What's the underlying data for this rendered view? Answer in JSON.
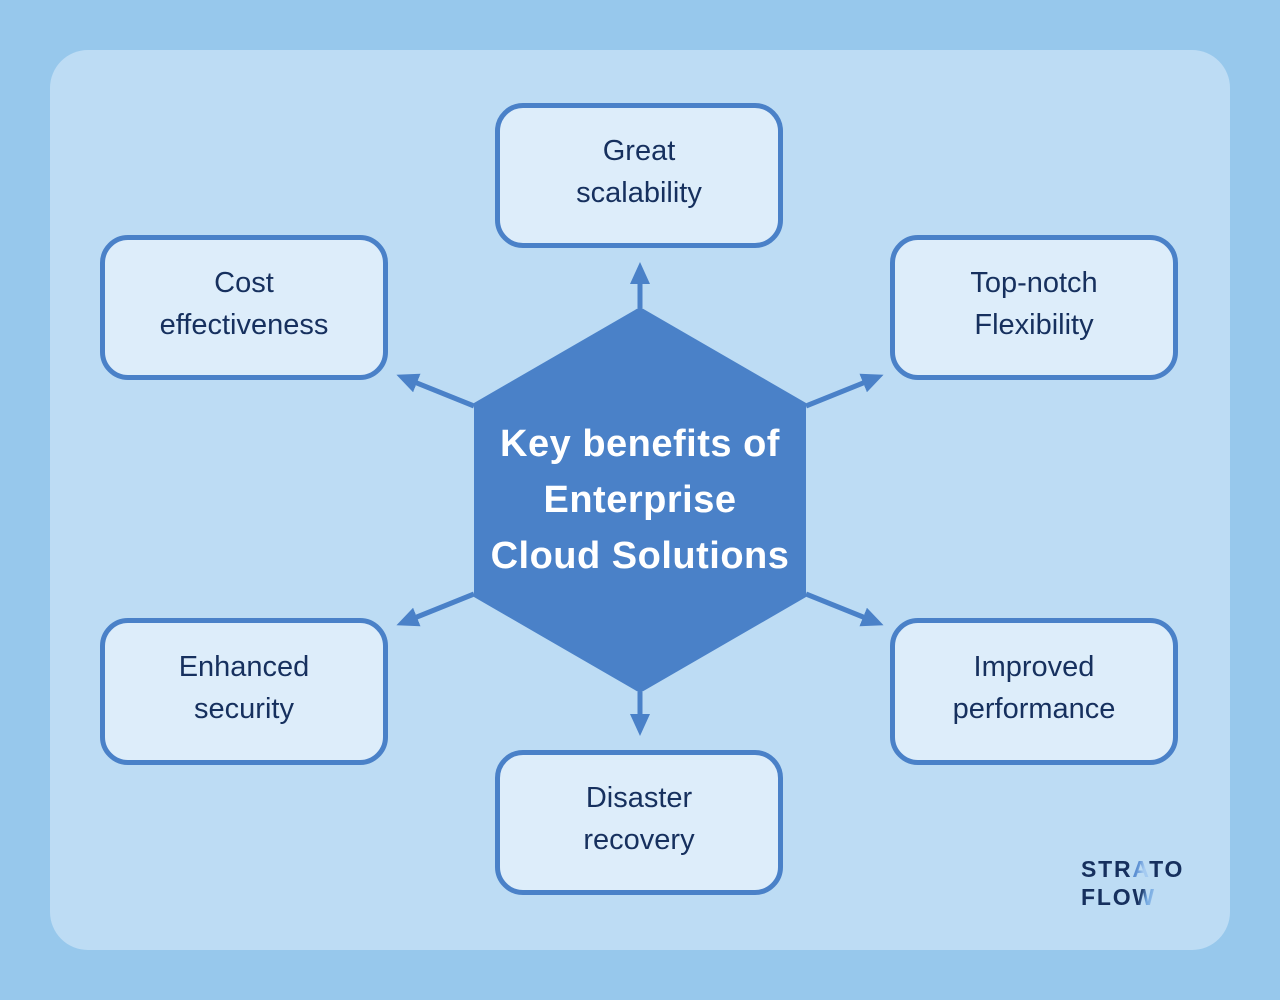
{
  "background": {
    "outer_color": "#97c8ec",
    "panel_color": "#bddcf4"
  },
  "hexagon": {
    "title": "Key benefits of\nEnterprise\nCloud Solutions",
    "fill_color": "#4a81c8",
    "text_color": "#ffffff"
  },
  "node_style": {
    "fill_color": "#ddedfa",
    "border_color": "#4a81c8",
    "text_color": "#16305e"
  },
  "nodes": [
    {
      "id": "great-scalability",
      "label": "Great\nscalability"
    },
    {
      "id": "cost-effectiveness",
      "label": "Cost\neffectiveness"
    },
    {
      "id": "top-notch-flexibility",
      "label": "Top-notch\nFlexibility"
    },
    {
      "id": "enhanced-security",
      "label": "Enhanced\nsecurity"
    },
    {
      "id": "improved-performance",
      "label": "Improved\nperformance"
    },
    {
      "id": "disaster-recovery",
      "label": "Disaster\nrecovery"
    }
  ],
  "logo": {
    "line1": {
      "pre": "STR",
      "accent": "A",
      "post": "TO"
    },
    "line2": {
      "pre": "FLO",
      "accent": "W"
    },
    "color": "#16305e",
    "accent_color": "#8ab8e8"
  }
}
